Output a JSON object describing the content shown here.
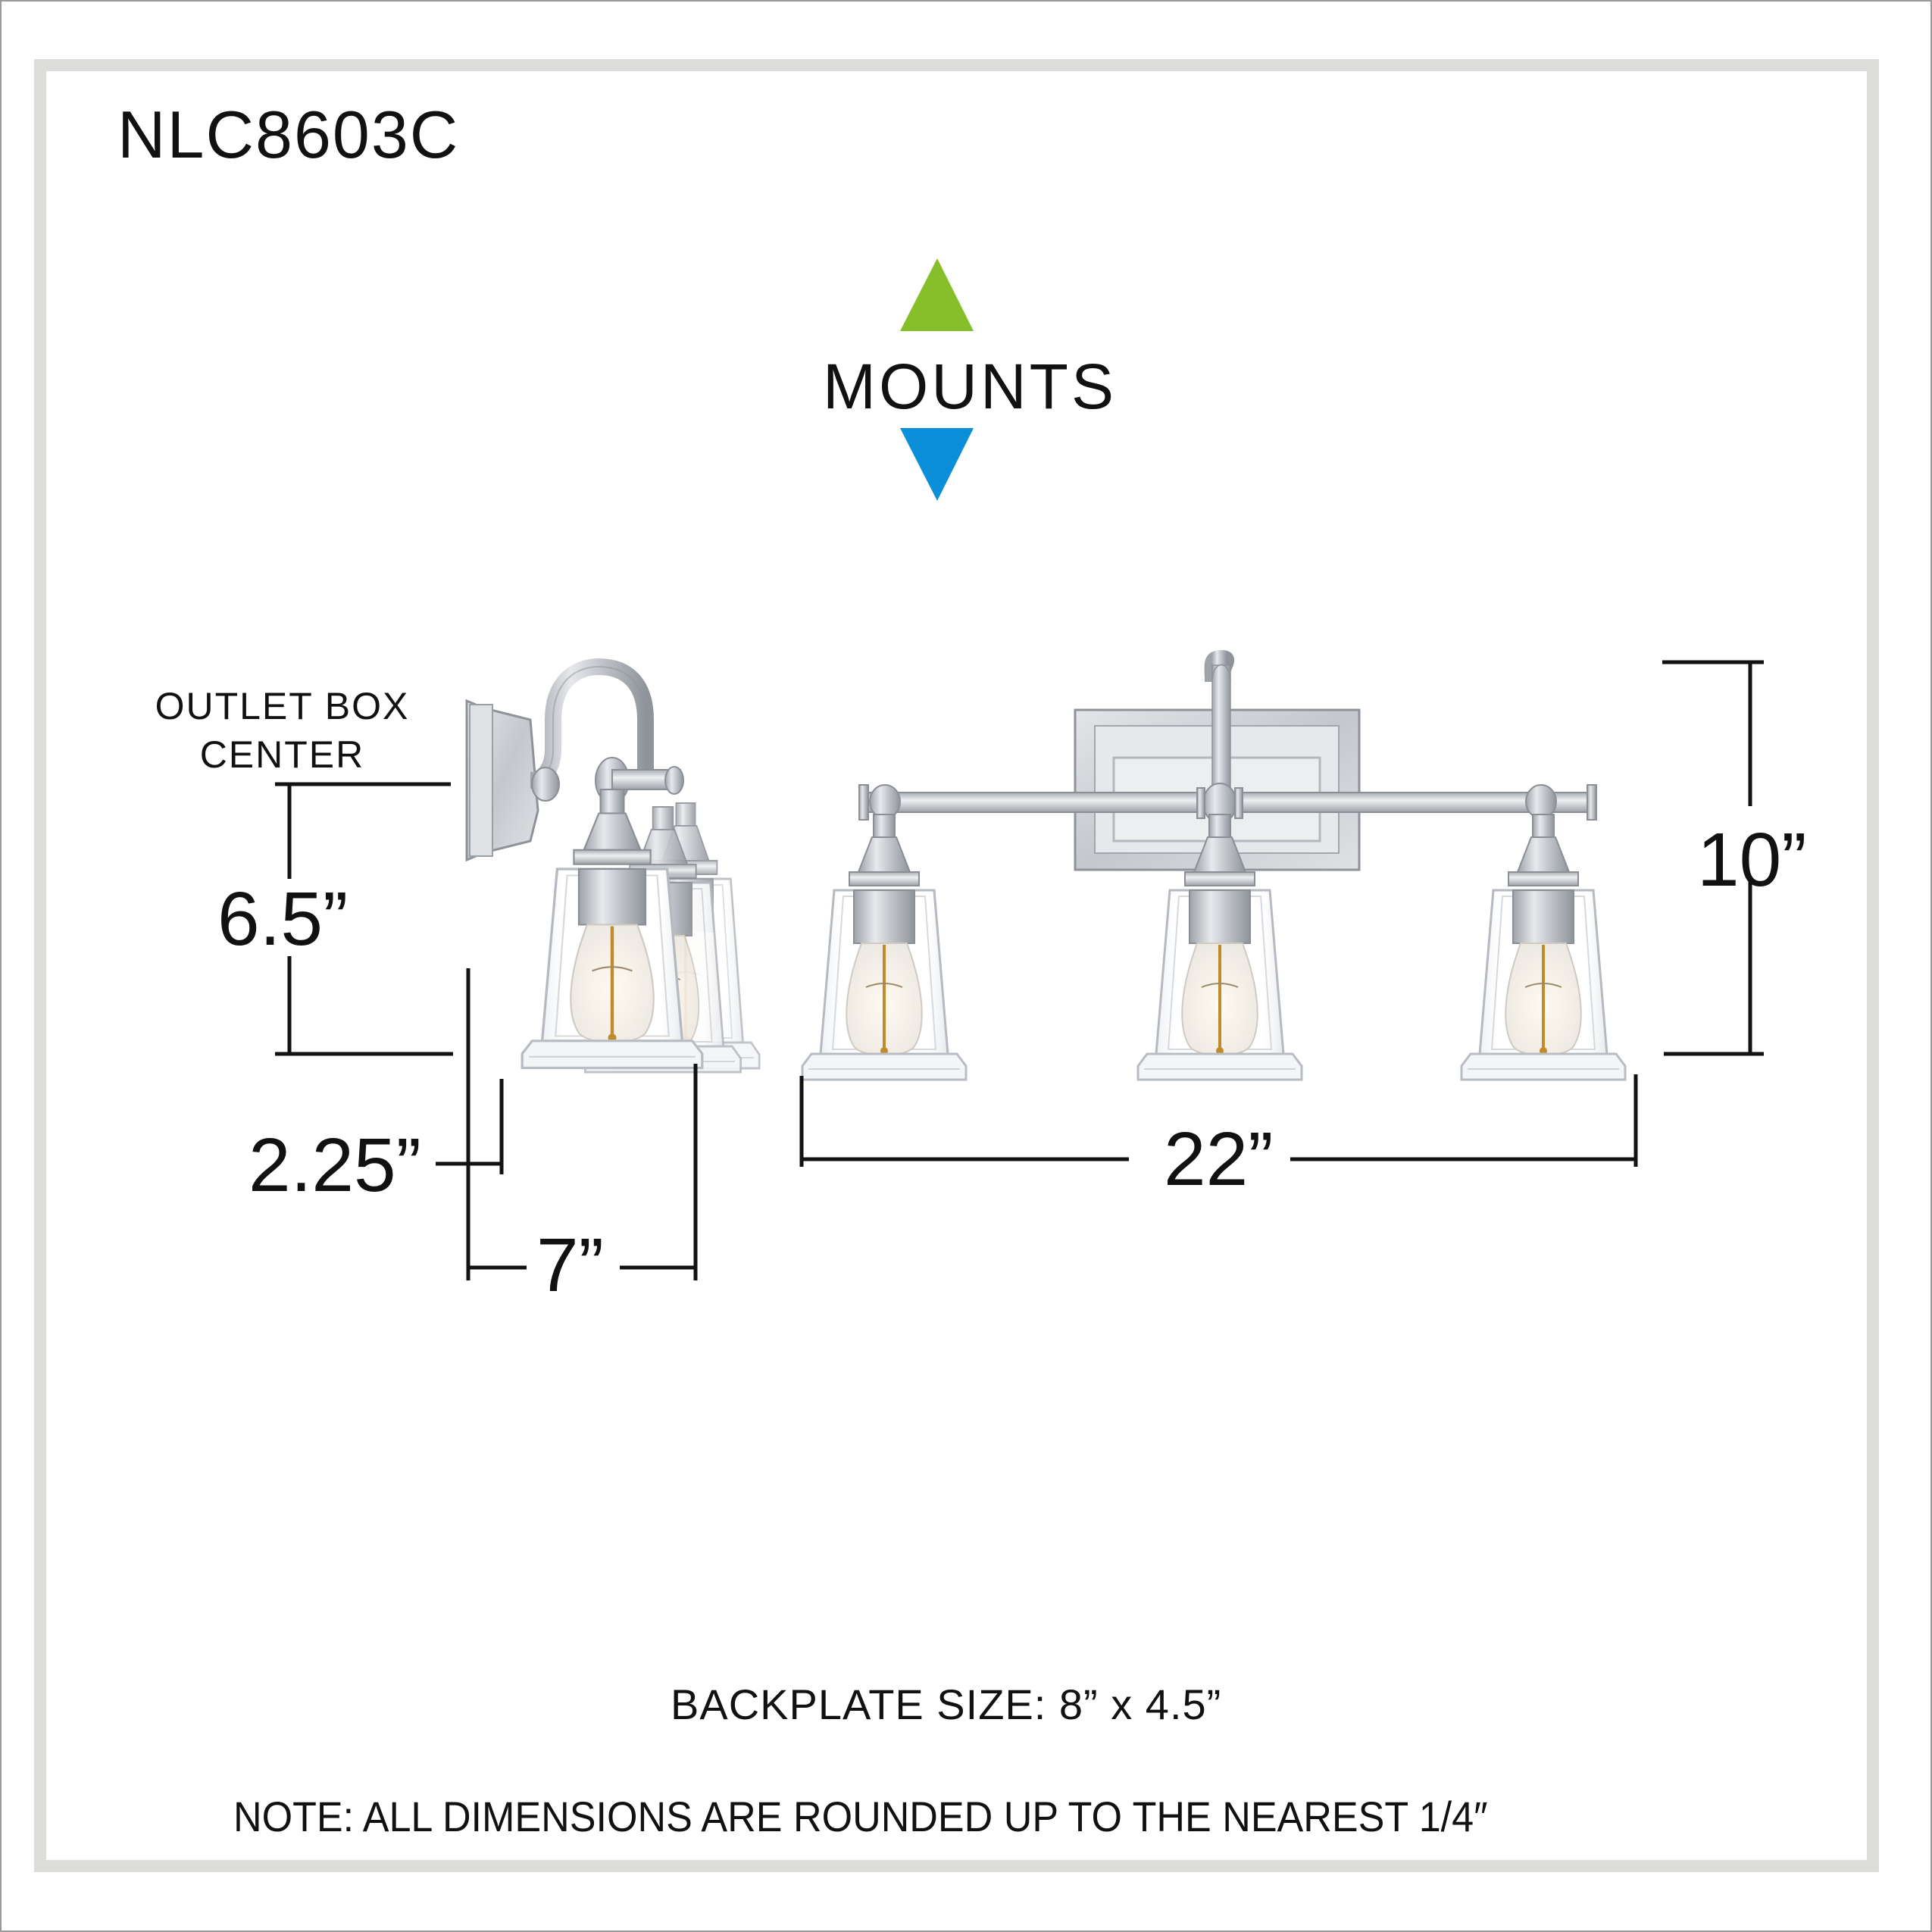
{
  "title": "NLC8603C",
  "mounts": {
    "label": "MOUNTS",
    "up_arrow_color": "#86bf2a",
    "down_arrow_color": "#0a8fd8"
  },
  "outlet_label": {
    "line1": "OUTLET BOX",
    "line2": "CENTER"
  },
  "dimensions": {
    "outlet_to_bottom": "6.5”",
    "backplate_extension": "2.25”",
    "depth": "7”",
    "width": "22”",
    "height": "10”"
  },
  "backplate_size": "BACKPLATE SIZE: 8” x 4.5”",
  "note": "NOTE:  ALL DIMENSIONS ARE ROUNDED UP TO THE NEAREST  1/4″",
  "colors": {
    "frame": "#dcdcda",
    "chrome": "#c9ccd1",
    "text": "#111111"
  }
}
